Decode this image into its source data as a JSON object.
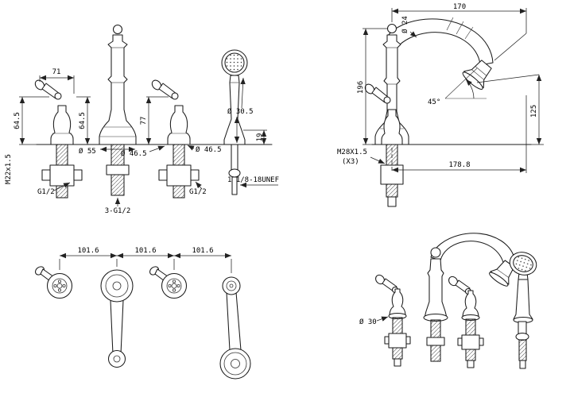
{
  "views": {
    "front": {
      "dim_lever_reach": "71",
      "dim_height_left": "64.5",
      "dim_height_mid": "64.5",
      "dim_height_right": "77",
      "dia_spout_base": "Ø 55",
      "dia_base_1": "Ø 46.5",
      "dia_base_2": "Ø 46.5",
      "dia_shower_head": "Ø 30.5",
      "dim_base_height": "19",
      "thread_left_vertical": "M22x1.5",
      "thread_left_port": "G1/2",
      "thread_bottom": "3-G1/2",
      "thread_right_port": "G1/2",
      "thread_shower_hose": "1 1/8-18UNEF"
    },
    "side": {
      "dim_reach_top": "170",
      "dia_spout_tube": "Ø 24",
      "dim_height": "196",
      "dim_outlet_height": "125",
      "angle_outlet": "45°",
      "thread_shanks": "M28X1.5",
      "thread_shanks_qty": "(X3)",
      "dim_reach_bottom": "178.8"
    },
    "plan": {
      "dim_spacing_1": "101.6",
      "dim_spacing_2": "101.6",
      "dim_spacing_3": "101.6"
    },
    "iso": {
      "dia_handle_base": "Ø 30"
    }
  }
}
